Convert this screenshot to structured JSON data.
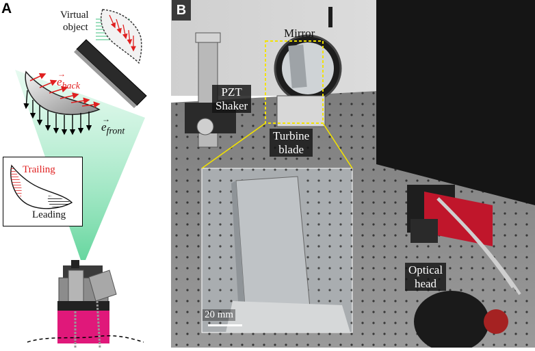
{
  "panel_a": {
    "tag": "A",
    "virtual_label_1": "Virtual",
    "virtual_label_2": "object",
    "e_back_symbol": "e",
    "e_back_sub": "back",
    "e_front_symbol": "e",
    "e_front_sub": "front",
    "inset_trailing": "Trailing",
    "inset_leading": "Leading",
    "colors": {
      "beam": "#7fdcb0",
      "arrow_red": "#e02020",
      "trailing_red": "#e02020",
      "shaker_pink": "#e0187a"
    }
  },
  "panel_b": {
    "tag": "B",
    "mirror": "Mirror",
    "pzt_1": "PZT",
    "pzt_2": "Shaker",
    "turbine_1": "Turbine",
    "turbine_2": "blade",
    "optical_1": "Optical",
    "optical_2": "head",
    "scale": "20 mm",
    "colors": {
      "zoom_box": "#f2e200"
    }
  }
}
